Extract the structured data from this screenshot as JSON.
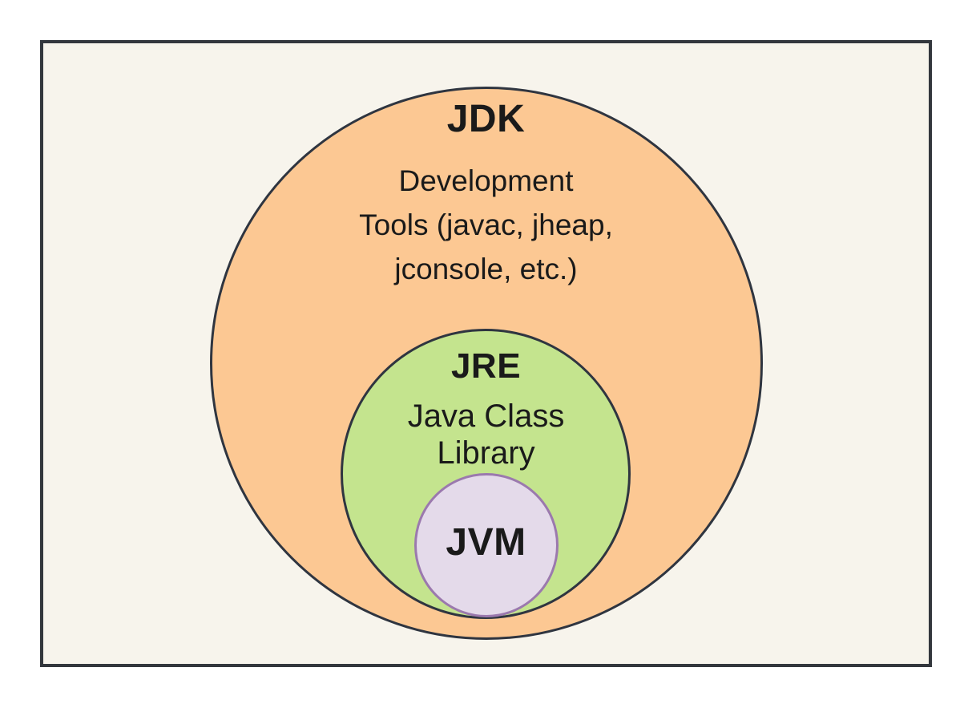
{
  "diagram": {
    "type": "nested-venn",
    "title_context": "Java platform components",
    "page_background": "#ffffff",
    "frame": {
      "fill": "#f7f4ec",
      "border_color": "#33373d"
    },
    "nodes": [
      {
        "id": "jdk",
        "label": "JDK",
        "desc_line_1": "Development",
        "desc_line_2": "Tools (javac, jheap,",
        "desc_line_3": "jconsole, etc.)",
        "fill": "#fcc893",
        "border_color": "#2f3540",
        "contains": "jre"
      },
      {
        "id": "jre",
        "label": "JRE",
        "desc_line_1": "Java Class",
        "desc_line_2": "Library",
        "fill": "#c4e48e",
        "border_color": "#2f3540",
        "contains": "jvm"
      },
      {
        "id": "jvm",
        "label": "JVM",
        "fill": "#e4daea",
        "border_color": "#9b79ae",
        "contains": ""
      }
    ],
    "text_color": "#1a1a1a"
  }
}
